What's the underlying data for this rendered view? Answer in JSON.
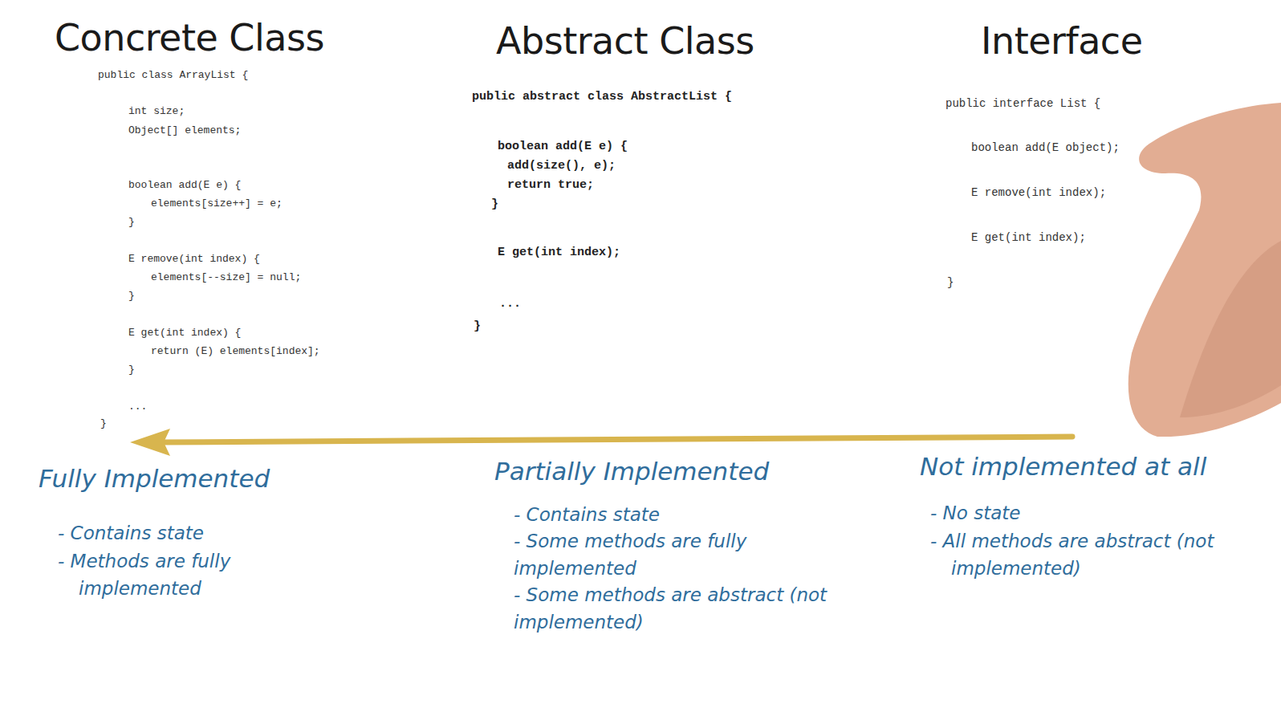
{
  "diagram": {
    "labels": [
      "Concrete Class",
      "public class ArrayList {",
      "int size;",
      "Object[] elements;",
      "boolean add(E e) {",
      "elements[size++] = e;",
      "}",
      "E remove(int index) {",
      "elements[--size] = null;",
      "}",
      "E get(int index) {",
      "return (E) elements[index];",
      "}",
      "...",
      "}",
      "Abstract Class",
      "public abstract class AbstractList {",
      "boolean add(E e) {",
      "add(size(), e);",
      "return true;",
      "}",
      "E get(int index);",
      "...",
      "}",
      "Interface",
      "public interface List {",
      "boolean add(E object);",
      "E remove(int index);",
      "E get(int index);",
      "}",
      "Fully Implemented",
      "- Contains state",
      "- Methods are fully implemented",
      "Partially Implemented",
      "- Contains state",
      "- Some methods are fully implemented",
      "- Some methods are abstract (not implemented)",
      "Not implemented at all",
      "- No state",
      "- All methods are abstract (not implemented)"
    ]
  }
}
